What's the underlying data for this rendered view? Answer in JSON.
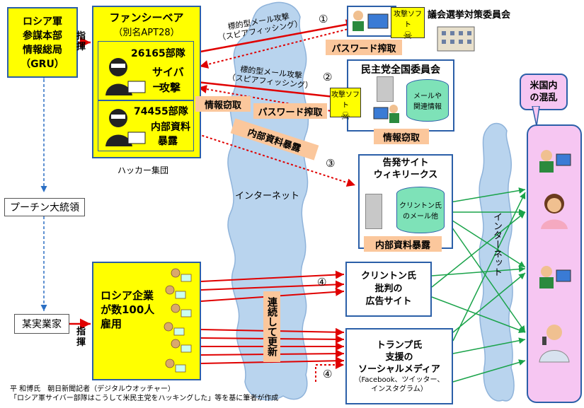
{
  "gru": {
    "line1": "ロシア軍",
    "line2": "参謀本部",
    "line3": "情報総局",
    "line4": "（GRU）"
  },
  "fancy_bear": {
    "title": "ファンシーベア",
    "alias": "（別名APT28）",
    "caption": "ハッカー集団"
  },
  "unit_26165": {
    "name": "26165部隊",
    "role1": "サイバー",
    "role2": "攻撃"
  },
  "unit_74455": {
    "name": "74455部隊",
    "role1": "内部資料",
    "role2": "暴露"
  },
  "shiki1": "指",
  "shiki2": "揮",
  "putin": "プーチン大統領",
  "businessman": "某実業家",
  "companies": {
    "line1": "ロシア企業",
    "line2": "が数100人",
    "line3": "雇用"
  },
  "internet_center": "インターネット",
  "internet_right": "インターネット",
  "renzoku": "連続して更新",
  "congress": {
    "title": "議会選挙対策委員会",
    "attack": "攻撃ソフト",
    "password": "パスワード搾取"
  },
  "dnc": {
    "title": "民主党全国委員会",
    "db1": "メールや",
    "db2": "関連情報",
    "attack": "攻撃ソフト",
    "steal": "情報窃取"
  },
  "leak_site": {
    "line1": "告発サイト",
    "line2": "ウィキリークス",
    "db1": "クリントン氏",
    "db2": "のメール他",
    "label": "内部資料暴露"
  },
  "arrows": {
    "spear1_l1": "標的型メール攻撃",
    "spear1_l2": "（スピアフィッシング）",
    "spear2_l1": "標的型メール攻撃",
    "spear2_l2": "（スピアフィッシング）",
    "info_steal": "情報窃取",
    "password_steal": "パスワード搾取",
    "leak": "内部資料暴露"
  },
  "numbers": [
    "①",
    "②",
    "③",
    "④",
    "④"
  ],
  "clinton_site": {
    "line1": "クリントン氏",
    "line2": "批判の",
    "line3": "広告サイト"
  },
  "trump_media": {
    "line1": "トランプ氏",
    "line2": "支援の",
    "line3": "ソーシャルメディア",
    "line4": "（Facebook、ツイッター、",
    "line5": "インスタグラム）"
  },
  "us_confusion": {
    "line1": "米国内",
    "line2": "の混乱"
  },
  "credit": {
    "line1": "平 和博氏　朝日新聞記者（デジタルウオッチャー）",
    "line2": "「ロシア軍サイバー部隊はこうして米民主党をハッキングした」等を基に筆者が作成"
  },
  "colors": {
    "yellow": "#ffff00",
    "blue_border": "#2b5fa8",
    "orange": "#fbc79c",
    "pink": "#f6c6f2",
    "red": "#e00000",
    "green": "#1aa34a",
    "cloud": "#b9d4ee"
  }
}
